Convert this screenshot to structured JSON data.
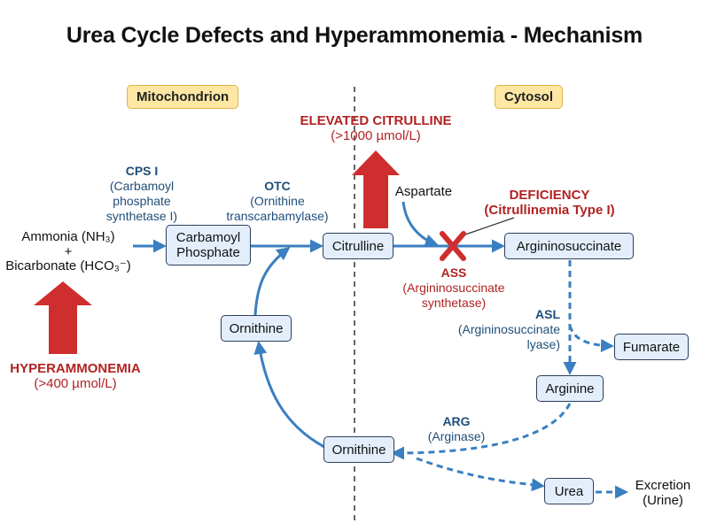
{
  "title": "Urea Cycle Defects and Hyperammonemia - Mechanism",
  "compartments": {
    "mitochondrion": "Mitochondrion",
    "cytosol": "Cytosol"
  },
  "substrates": {
    "ammonia": "Ammonia (NH₃)",
    "plus": "+",
    "bicarbonate": "Bicarbonate (HCO₃⁻)",
    "aspartate": "Aspartate"
  },
  "nodes": {
    "carbamoyl_1": "Carbamoyl",
    "carbamoyl_2": "Phosphate",
    "citrulline": "Citrulline",
    "argininosuccinate": "Argininosuccinate",
    "ornithine_mid": "Ornithine",
    "ornithine_bottom": "Ornithine",
    "fumarate": "Fumarate",
    "arginine": "Arginine",
    "urea": "Urea"
  },
  "excretion": {
    "line1": "Excretion",
    "line2": "(Urine)"
  },
  "enzymes": {
    "cps": {
      "abbr": "CPS I",
      "name1": "(Carbamoyl",
      "name2": "phosphate",
      "name3": "synthetase I)"
    },
    "otc": {
      "abbr": "OTC",
      "name1": "(Ornithine",
      "name2": "transcarbamylase)"
    },
    "ass": {
      "abbr": "ASS",
      "name1": "(Argininosuccinate",
      "name2": "synthetase)"
    },
    "asl": {
      "abbr": "ASL",
      "name1": "(Argininosuccinate",
      "name2": "lyase)"
    },
    "arg": {
      "abbr": "ARG",
      "name1": "(Arginase)"
    }
  },
  "annotations": {
    "hyperammonemia": {
      "title": "HYPERAMMONEMIA",
      "value": "(>400 µmol/L)"
    },
    "elevated_citrulline": {
      "title": "ELEVATED CITRULLINE",
      "value": "(>1000 µmol/L)"
    },
    "deficiency": {
      "title": "DEFICIENCY",
      "subtitle": "(Citrullinemia Type I)"
    }
  },
  "colors": {
    "pathway_blue": "#3a7fc1",
    "alert_red": "#cf2e2e",
    "label_red": "#b22222",
    "enzyme_blue": "#1f4e79",
    "node_fill": "#e4eefb",
    "compartment_fill": "#fde7a3"
  }
}
